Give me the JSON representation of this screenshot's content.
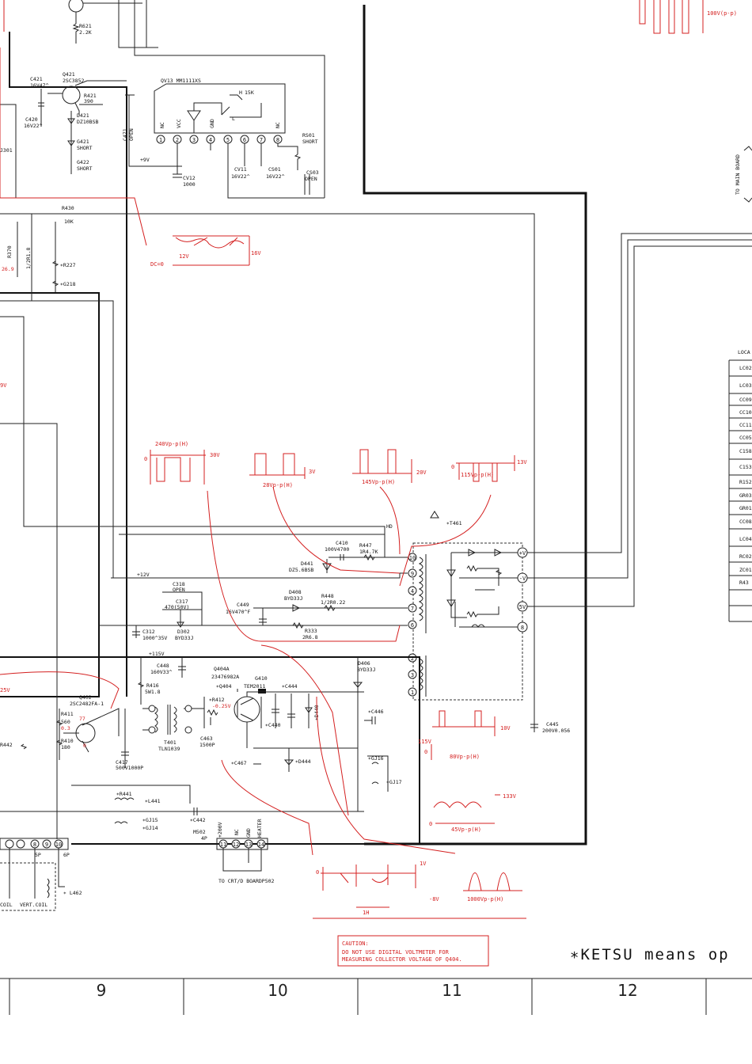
{
  "ic": {
    "name": "QV13 MM1111XS",
    "pins": [
      "NC",
      "VCC",
      "",
      "GND",
      "",
      "",
      "",
      "NC"
    ],
    "pin_numbers": [
      "1",
      "2",
      "3",
      "4",
      "5",
      "6",
      "7",
      "8"
    ],
    "resistor": "15K",
    "h": "H",
    "l": "L"
  },
  "components": {
    "r621": "R621",
    "r621_v": "2.2K",
    "q421": "Q421",
    "q421_v": "2SC3852",
    "r421": "R421",
    "r421_v": "390",
    "c421": "C421",
    "c421_v": "16V47^",
    "c420": "C420",
    "c420_v": "16V22^",
    "d421": "D421",
    "d421_v": "DZ10BSB",
    "g421": "G421",
    "g421_v": "SHORT",
    "g422": "G422",
    "g422_v": "SHORT",
    "j301": "J301",
    "c471": "C471",
    "c471_v": "OPEN",
    "cv12": "CV12",
    "cv12_v": "1000",
    "cv11": "CV11",
    "cv11_v": "16V22^",
    "cs01": "CS01",
    "cs01_v": "16V22^",
    "cs03": "CS03",
    "cs03_v": "OPEN",
    "rs01": "RS01",
    "rs01_v": "SHORT",
    "plus9v": "+9V",
    "r430": "R430",
    "r430_v": "10K",
    "r370": "R370",
    "r370_v": "1/2R1.8",
    "r227": "∗R227",
    "g218": "∗G218",
    "v269": "26.9",
    "hd": "HD",
    "t461": "∗T461",
    "c410": "C410",
    "c410_v": "100V4700",
    "r447": "R447",
    "r447_v": "1R4.7K",
    "d441": "D441",
    "d441_v": "DZ5.6BSB",
    "plus12v": "+12V",
    "c318": "C318",
    "c318_v": "OPEN",
    "c317": "C317",
    "c317_v": "470(50V)",
    "d408": "D408",
    "d408_v": "BYD33J",
    "r448": "R448",
    "r448_v": "1/2R0.22",
    "c449": "C449",
    "c449_v": "16V470^F",
    "c312": "C312",
    "c312_v": "1000^35V",
    "d302": "D302",
    "d302_v": "BYD33J",
    "r333": "R333",
    "r333_v": "2R6.8",
    "plus115v": "+115V",
    "c448": "C448",
    "c448_v": "160V33^",
    "r416": "R416",
    "r416_v": "5W1.8",
    "q404a": "Q404A",
    "q404a_v": "23476982A",
    "g410": "G410",
    "g410_v": "TEM2011",
    "c444": "∗C444",
    "q404": "∗Q404",
    "r412": "∗R412",
    "v025": "-0.25V",
    "d406": "D406",
    "d406_v": "BYD33J",
    "q402": "Q402",
    "q402_v": "2SC2482FA-1",
    "r411": "R411",
    "r411_v": "560",
    "v03": "0.3",
    "v77": "77",
    "r410": "R410",
    "r410_v": "180",
    "v0": "0",
    "r442": "R442",
    "t401": "T401",
    "t401_v": "TLN1039",
    "c463": "C463",
    "c463_v": "1500P",
    "c440": "∗C440",
    "d440": "∗D440",
    "c446": "∗C446",
    "c445": "C445",
    "c445_v": "200V0.056",
    "c417": "C417",
    "c417_v": "500V1000P",
    "c467": "∗C467",
    "d444": "∗D444",
    "gj16": "∗GJ16",
    "gj17": "∗GJ17",
    "r441": "∗R441",
    "l441": "∗L441",
    "gj15": "∗GJ15",
    "gj14": "∗GJ14",
    "c442": "∗C442",
    "m502": "M502",
    "m502_v": "4P",
    "plus200v": "+200V",
    "nc": "NC",
    "gnd": "GND",
    "heater": "HEATER",
    "p5p": "5P",
    "p6p": "6P",
    "l462": "∗ L462",
    "coil": "COIL",
    "vert_coil": "VERT.COIL",
    "to_crt": "TO CRT/D BOARDP502",
    "to_main": "TO MAIN BOARD",
    "loca": "LOCA"
  },
  "connector_pins": [
    "11",
    "12",
    "13",
    "14"
  ],
  "left_pins": [
    "8",
    "9",
    "10"
  ],
  "flyback_pins": [
    "10",
    "9",
    "4",
    "7",
    "6",
    "2",
    "3",
    "1"
  ],
  "flyback_out": [
    "+V",
    "-V",
    "5V",
    "8"
  ],
  "waveforms": {
    "w1": "100V(p-p)",
    "w2_top": "240Vp-p(H)",
    "w2_r": "30V",
    "w2_0": "0",
    "w3_bot": "28Vp-p(H)",
    "w3_r": "3V",
    "w4_bot": "145Vp-p(H)",
    "w4_r": "20V",
    "w5_top": "115Vp-p(H)",
    "w5_r": "13V",
    "w5_0": "0",
    "w6_r": "16V",
    "w6_in": "12V",
    "w6_dc": "DC=0",
    "w7_r": "10V",
    "w7_l": "115V",
    "w7_0": "0",
    "w7_bot": "80Vp-p(H)",
    "w8_r": "133V",
    "w8_0": "0",
    "w8_bot": "45Vp-p(H)",
    "w9_r": "1V",
    "w9_0": "0",
    "w9_m": "-8V",
    "w9_h": "1H",
    "w10_bot": "1000Vp-p(H)",
    "left_25v": "25V",
    "left_9v": "9V"
  },
  "table_rows": [
    "LC02",
    "LC03",
    "CC09",
    "CC10",
    "CC11",
    "CC05",
    "C158",
    "C153",
    "R152",
    "GR03",
    "GR01",
    "CC08",
    "LC04",
    "RC02",
    "ZC01",
    "R43"
  ],
  "caution": {
    "line1": "CAUTION:",
    "line2": "DO NOT USE DIGITAL VOLTMETER FOR",
    "line3": "MEASURING COLLECTOR VOLTAGE OF Q404."
  },
  "ketsu": "∗KETSU means op",
  "columns": [
    "9",
    "10",
    "11",
    "12"
  ],
  "colors": {
    "ink": "#111111",
    "annotation_red": "#d42020",
    "paper": "#ffffff"
  }
}
